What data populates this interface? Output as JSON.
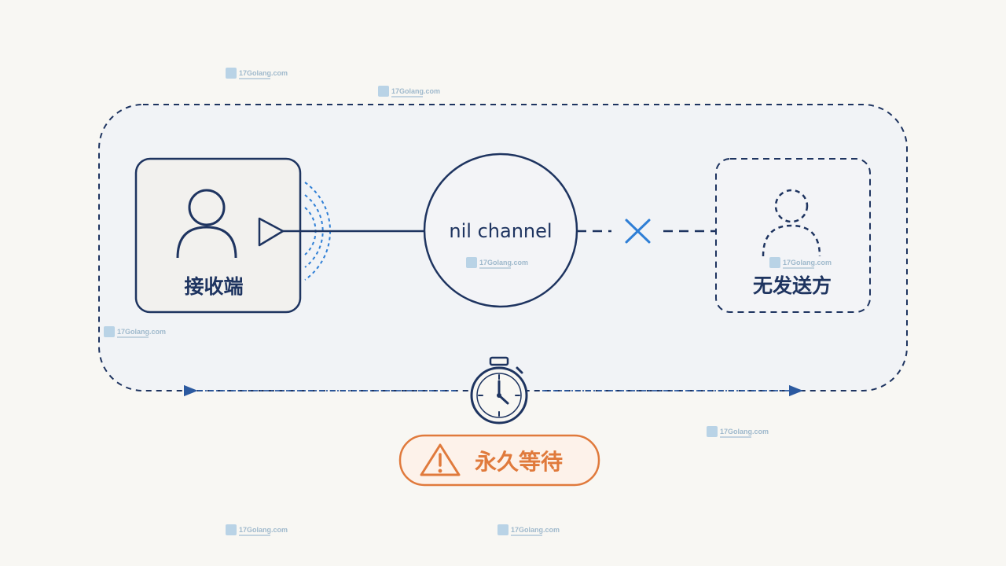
{
  "receiver": {
    "label": "接收端"
  },
  "channel": {
    "label": "nil channel"
  },
  "sender": {
    "label": "无发送方"
  },
  "status": {
    "label": "永久等待"
  },
  "watermark": {
    "text": "17Golang.com"
  },
  "colors": {
    "navy": "#1e3460",
    "blue": "#2f7fd6",
    "orange": "#e07a3c",
    "container_fill": "#f1f3f6",
    "receiver_fill": "#f2f1ee"
  },
  "icons": {
    "receiver": "person-icon",
    "sender": "dashed-person-icon",
    "blocked": "x-mark-icon",
    "timer": "stopwatch-icon",
    "warning": "warning-triangle-icon"
  }
}
